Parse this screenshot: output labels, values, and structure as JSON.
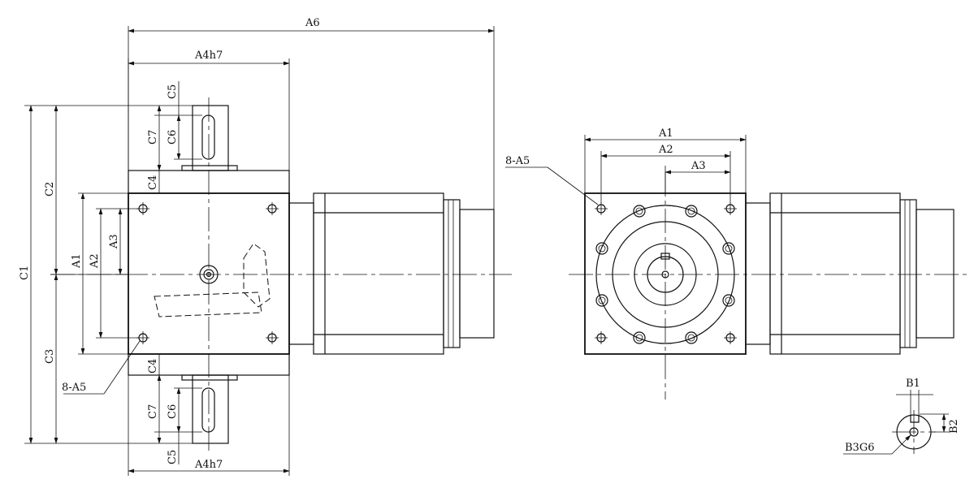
{
  "labels": {
    "a6": "A6",
    "a4h7": "A4h7",
    "c1": "C1",
    "c2": "C2",
    "c3": "C3",
    "c4": "C4",
    "c5": "C5",
    "c6": "C6",
    "c7": "C7",
    "a1": "A1",
    "a2": "A2",
    "a3": "A3",
    "a5": "8-A5",
    "b1": "B1",
    "b2": "B2",
    "b3g6": "B3G6"
  }
}
